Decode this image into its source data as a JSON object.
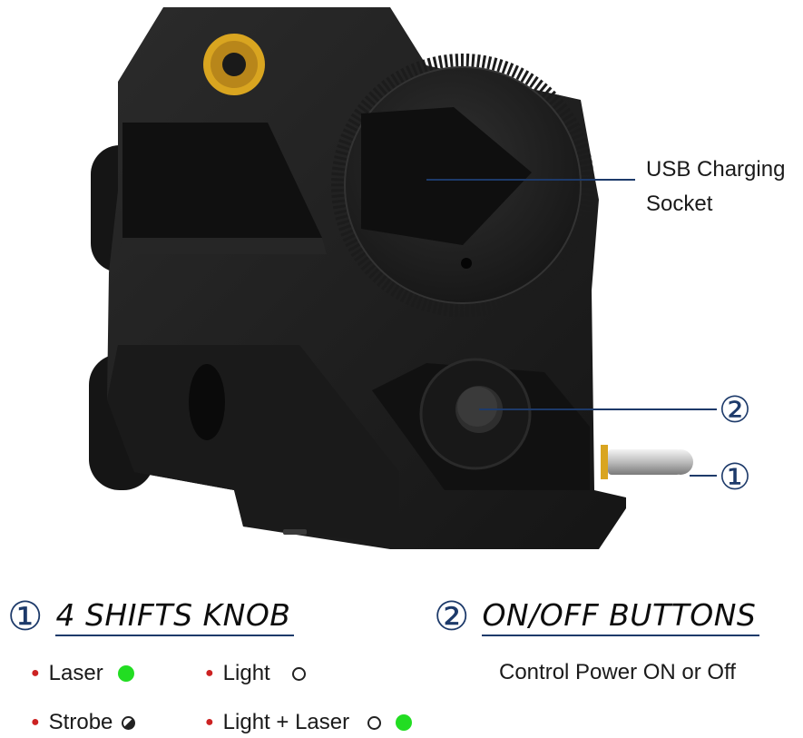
{
  "callouts": {
    "usb_line1": "USB Charging",
    "usb_line2": "Socket",
    "button_number": "②",
    "knob_number": "①"
  },
  "sections": {
    "knob": {
      "number": "①",
      "title": "4 SHIFTS KNOB",
      "modes": [
        {
          "label": "Laser",
          "indicator": "green-dot"
        },
        {
          "label": "Light",
          "indicator": "white-circle"
        },
        {
          "label": "Strobe",
          "indicator": "half-filled-circle"
        },
        {
          "label": "Light + Laser",
          "indicator": "white-circle+green-dot"
        }
      ]
    },
    "buttons": {
      "number": "②",
      "title": "ON/OFF BUTTONS",
      "description": "Control Power ON or Off"
    }
  },
  "colors": {
    "accent_navy": "#1d3a6a",
    "bullet_red": "#cc2222",
    "laser_green": "#22dd22",
    "device_body": "#1e1e1e",
    "brass_screw": "#d9a520"
  }
}
